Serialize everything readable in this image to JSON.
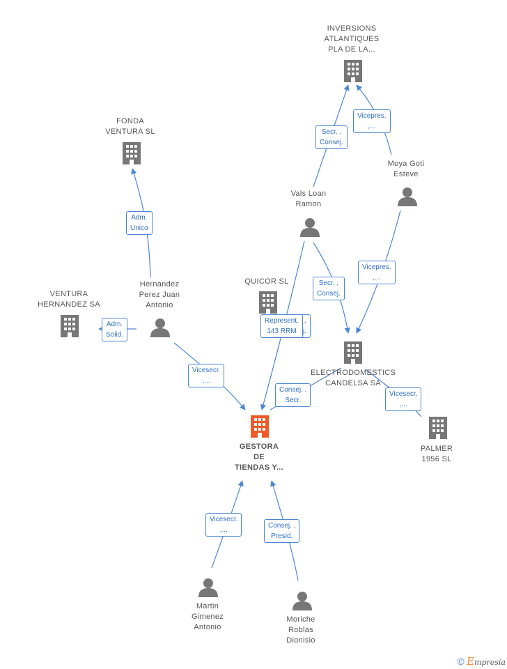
{
  "nodes": {
    "inversions": {
      "lines": [
        "INVERSIONS",
        "ATLANTIQUES",
        "PLA DE LA..."
      ]
    },
    "fonda": {
      "lines": [
        "FONDA",
        "VENTURA SL"
      ]
    },
    "moya": {
      "lines": [
        "Moya Goti",
        "Esteve"
      ]
    },
    "vals": {
      "lines": [
        "Vals Loan",
        "Ramon"
      ]
    },
    "ventura": {
      "lines": [
        "VENTURA",
        "HERNANDEZ SA"
      ]
    },
    "hernandez": {
      "lines": [
        "Hernandez",
        "Perez Juan",
        "Antonio"
      ]
    },
    "quicor": {
      "lines": [
        "QUICOR SL"
      ]
    },
    "electro": {
      "lines": [
        "ELECTRODOMESTICS",
        "CANDELSA SA"
      ]
    },
    "palmer": {
      "lines": [
        "PALMER",
        "1956 SL"
      ]
    },
    "gestora": {
      "lines": [
        "GESTORA",
        "DE",
        "TIENDAS Y..."
      ]
    },
    "martin": {
      "lines": [
        "Martin",
        "Gimenez",
        "Antonio"
      ]
    },
    "moriche": {
      "lines": [
        "Moriche",
        "Roblas",
        "Dionisio"
      ]
    }
  },
  "edges": {
    "vals_inversions": {
      "lines": [
        "Secr. ,",
        "Consej."
      ]
    },
    "moya_inversions": {
      "lines": [
        "Vicepres.",
        ",..."
      ]
    },
    "hernandez_fonda": {
      "lines": [
        "Adm.",
        "Unico"
      ]
    },
    "hernandez_ventura": {
      "lines": [
        "Adm.",
        "Solid."
      ]
    },
    "vals_electro": {
      "lines": [
        "Secr. ,",
        "Consej."
      ]
    },
    "moya_electro": {
      "lines": [
        "Vicepres.",
        ",..."
      ]
    },
    "quicor_hidden": {
      "lines": [
        "id. ,",
        "sej."
      ]
    },
    "vals_gestora": {
      "lines": [
        "Represent.",
        "143 RRM"
      ]
    },
    "hernandez_gestora": {
      "lines": [
        "Vicesecr.",
        ",..."
      ]
    },
    "electro_gestora": {
      "lines": [
        "Consej. ,",
        "Secr."
      ]
    },
    "palmer_electro": {
      "lines": [
        "Vicesecr.",
        ",..."
      ]
    },
    "martin_gestora": {
      "lines": [
        "Vicesecr.",
        ",..."
      ]
    },
    "moriche_gestora": {
      "lines": [
        "Consej. ,",
        "Presid."
      ]
    }
  },
  "colors": {
    "edge": "#4a86d4",
    "icon": "#777777",
    "main_icon": "#f05a28"
  },
  "footer": {
    "copyright": "©",
    "brand_first": "E",
    "brand_rest": "mpresia"
  }
}
